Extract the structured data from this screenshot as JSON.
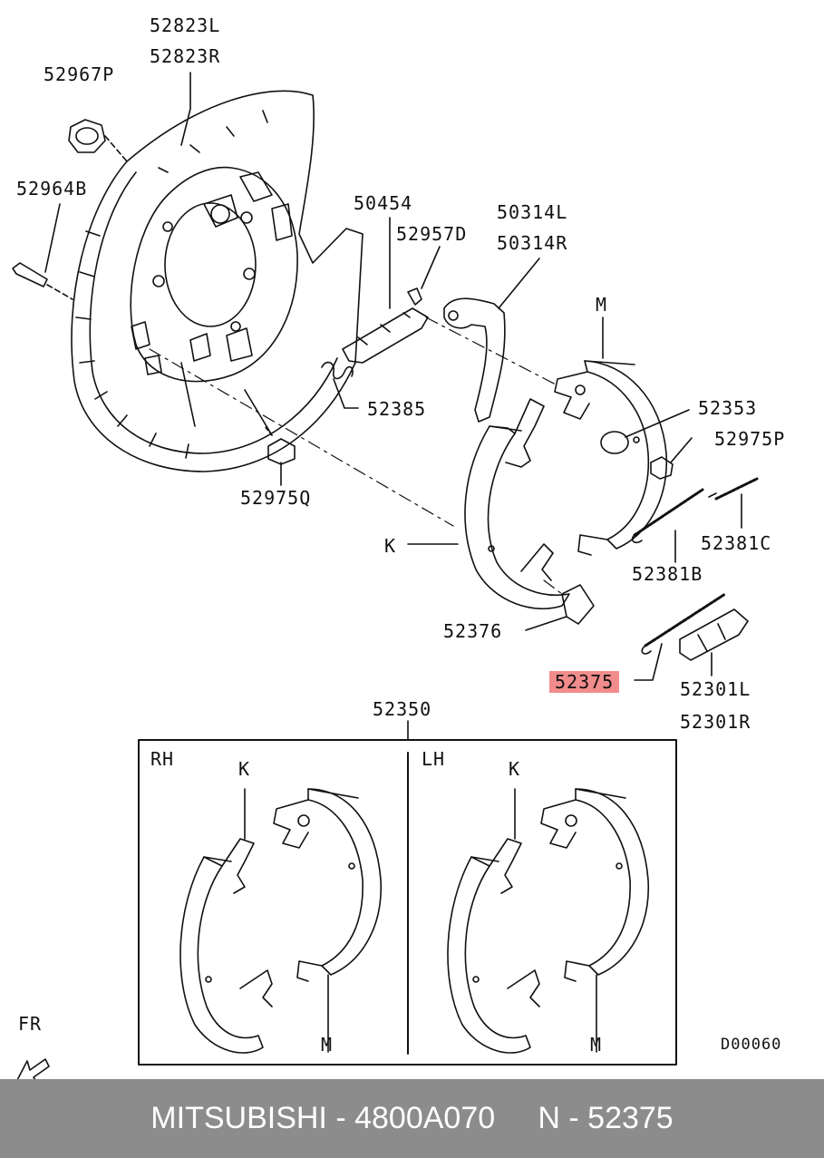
{
  "labels": {
    "p52823L": "52823L",
    "p52823R": "52823R",
    "p52967P": "52967P",
    "p52964B": "52964B",
    "p50454": "50454",
    "p52957D": "52957D",
    "p50314L": "50314L",
    "p50314R": "50314R",
    "p52385": "52385",
    "m_top": "M",
    "p52353": "52353",
    "p52975P": "52975P",
    "p52975Q": "52975Q",
    "k_main": "K",
    "p52381C": "52381C",
    "p52381B": "52381B",
    "p52376": "52376",
    "p52375": "52375",
    "p52301L": "52301L",
    "p52301R": "52301R",
    "p52350": "52350",
    "rh": "RH",
    "lh": "LH",
    "k_rh": "K",
    "k_lh": "K",
    "m_rh": "M",
    "m_lh": "M",
    "fr": "FR",
    "code": "D00060"
  },
  "highlight_color": "#f28c8c",
  "footer": {
    "brand": "MITSUBISHI",
    "sep1": " - ",
    "part_number": "4800A070",
    "gap": "     ",
    "n_label": "N",
    "sep2": " - ",
    "n_value": "52375"
  }
}
